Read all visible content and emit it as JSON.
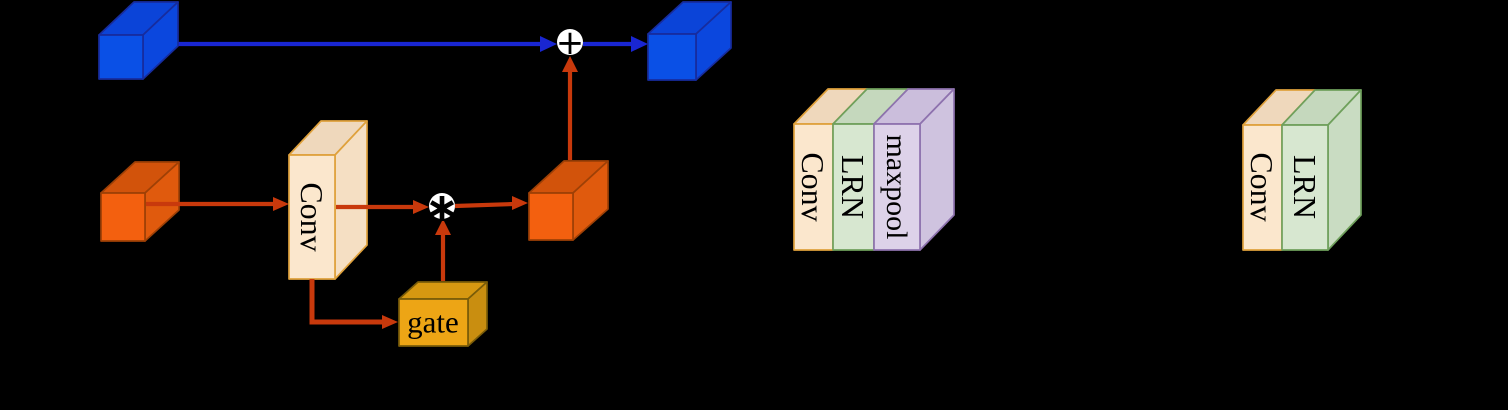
{
  "figure": {
    "background": "#000000",
    "panel_gated_block": {
      "conv_label": "Conv",
      "gate_label": "gate",
      "multiply_symbol": "∗",
      "add_symbol": "+"
    },
    "panel_conv_lrn_maxpool": {
      "layers": [
        "Conv",
        "LRN",
        "maxpool"
      ]
    },
    "panel_conv_lrn": {
      "layers": [
        "Conv",
        "LRN"
      ]
    },
    "palette": {
      "blue_cube": {
        "front": "#0A50E6",
        "top": "#0B44D8",
        "side": "#0B47DE",
        "stroke": "#172C9E"
      },
      "blue_arrow": "#1926D2",
      "orange_cube": {
        "front": "#F3600F",
        "top": "#D2530B",
        "side": "#E05A0D",
        "stroke": "#9E4006"
      },
      "red_arrow": "#C8390C",
      "conv_slab": {
        "front": "#FBE7CD",
        "top": "#EFD8BC",
        "side": "#F5DFC3",
        "stroke": "#DFA13C"
      },
      "gate_box": {
        "front": "#EDA515",
        "top": "#D69811",
        "side": "#C98E10",
        "stroke": "#7A5C08"
      },
      "lrn_slab": {
        "front": "#D7E7D0",
        "top": "#C5D8BD",
        "side": "#C9DCC2",
        "stroke": "#6FA05C"
      },
      "maxpool_slab": {
        "front": "#DDD2E9",
        "top": "#CBBEDC",
        "side": "#CFC3DF",
        "stroke": "#8E72AE"
      },
      "operator_circle_fill": "#FFFFFF",
      "operator_symbol_color": "#000000",
      "label_color": "#000000"
    }
  }
}
